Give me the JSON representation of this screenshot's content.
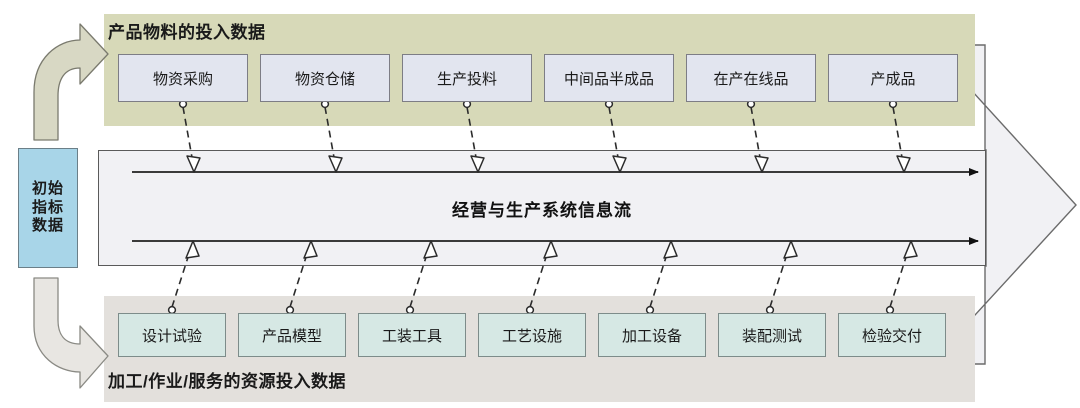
{
  "diagram": {
    "title": "经营与生产系统信息流",
    "left_block": {
      "name": "初始指标数据",
      "lines": [
        "初始",
        "指标",
        "数据"
      ]
    },
    "top_band": {
      "title": "产品物料的投入数据",
      "color": "#d7d9b8",
      "nodes": [
        {
          "label": "物资采购"
        },
        {
          "label": "物资仓储"
        },
        {
          "label": "生产投料"
        },
        {
          "label": "中间品半成品"
        },
        {
          "label": "在产在线品"
        },
        {
          "label": "产成品"
        }
      ]
    },
    "bottom_band": {
      "title": "加工/作业/服务的资源投入数据",
      "color": "#e3e0dc",
      "nodes": [
        {
          "label": "设计试验"
        },
        {
          "label": "产品模型"
        },
        {
          "label": "工装工具"
        },
        {
          "label": "工艺设施"
        },
        {
          "label": "加工设备"
        },
        {
          "label": "装配测试"
        },
        {
          "label": "检验交付"
        }
      ]
    },
    "flow_arrows": {
      "upper_label": "上行信息流箭头",
      "lower_label": "下行信息流箭头"
    },
    "side_arrows": {
      "top": "向上弯曲箭头",
      "bottom": "向下弯曲箭头"
    },
    "big_arrow": {
      "label": "总体流向箭头",
      "color": "#f1f1f4"
    },
    "colors": {
      "top_band": "#d7d9b8",
      "bottom_band": "#e3e0dc",
      "center_band": "#f1f1f4",
      "initial_box": "#a8d5e8",
      "top_node": "#e2e5ef",
      "bottom_node": "#d6e8e4"
    }
  }
}
